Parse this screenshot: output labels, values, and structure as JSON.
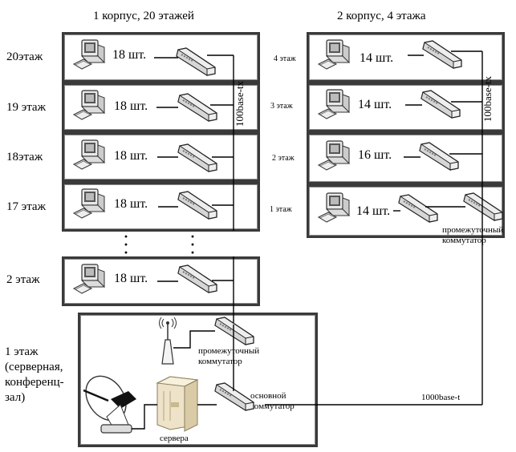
{
  "building1": {
    "title": "1 корпус, 20 этажей",
    "uplink_label": "100base-tx",
    "floors": [
      {
        "label": "20этаж",
        "count": "18 шт."
      },
      {
        "label": "19 этаж",
        "count": "18 шт."
      },
      {
        "label": "18этаж",
        "count": "18 шт."
      },
      {
        "label": "17 этаж",
        "count": "18 шт."
      },
      {
        "label": "2 этаж",
        "count": "18 шт."
      }
    ],
    "ellipsis": ":"
  },
  "building2": {
    "title": "2 корпус, 4 этажа",
    "uplink_label": "100base-tx",
    "floors": [
      {
        "label": "4 этаж",
        "count": "14 шт."
      },
      {
        "label": "3 этаж",
        "count": "14 шт."
      },
      {
        "label": "2 этаж",
        "count": "16 шт."
      },
      {
        "label": "1 этаж",
        "count": "14 шт."
      }
    ],
    "intermediate_switch_label": [
      "промежуточный",
      "коммутатор"
    ]
  },
  "ground_floor": {
    "label_lines": [
      "1 этаж",
      "(серверная,",
      "конференц-",
      "зал)"
    ],
    "intermediate_switch_label": [
      "промежуточный",
      "коммутатор"
    ],
    "main_switch_label": [
      "основной",
      "коммутатор"
    ],
    "servers_label": "сервера"
  },
  "link": {
    "backbone_label": "1000base-t"
  },
  "icons": {
    "workstation": "computer-icon",
    "switch": "network-switch-icon",
    "wifi": "wireless-access-point-icon",
    "satellite": "satellite-dish-icon",
    "server": "server-tower-icon"
  }
}
